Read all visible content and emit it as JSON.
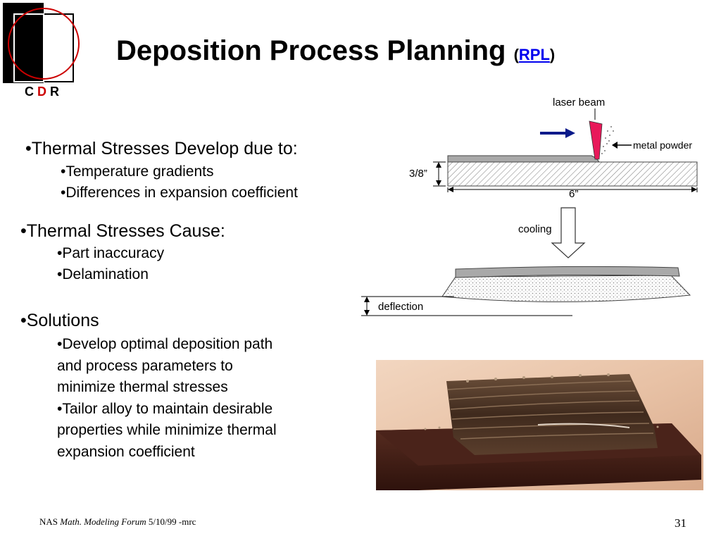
{
  "logo": {
    "letters": [
      "C",
      "D",
      "R"
    ],
    "accent": "#cc0000"
  },
  "title": {
    "main": "Deposition Process Planning",
    "open_paren": "(",
    "link": "RPL",
    "close_paren": ")"
  },
  "sections": {
    "develop": {
      "heading": "•Thermal Stresses Develop due to:",
      "items": [
        "•Temperature gradients",
        "•Differences in expansion coefficient"
      ]
    },
    "cause": {
      "heading": "•Thermal Stresses Cause:",
      "items": [
        "•Part inaccuracy",
        "•Delamination"
      ]
    },
    "solutions": {
      "heading": "•Solutions",
      "lines": [
        "•Develop optimal deposition path",
        "and process parameters to",
        "minimize thermal stresses",
        "•Tailor alloy to maintain desirable",
        "properties while minimize thermal",
        "expansion coefficient"
      ]
    }
  },
  "diagram": {
    "laser_label": "laser beam",
    "powder_label": "metal powder",
    "thickness_label": "3/8”",
    "length_label": "6”",
    "cooling_label": "cooling",
    "deflection_label": "deflection",
    "colors": {
      "laser": "#e8195a",
      "arrow": "#0a1a8a",
      "layer": "#a9a9a9"
    }
  },
  "footer": {
    "prefix": "NAS ",
    "italic": "Math. Modeling Forum",
    "suffix": " 5/10/99 -mrc"
  },
  "page_number": "31"
}
